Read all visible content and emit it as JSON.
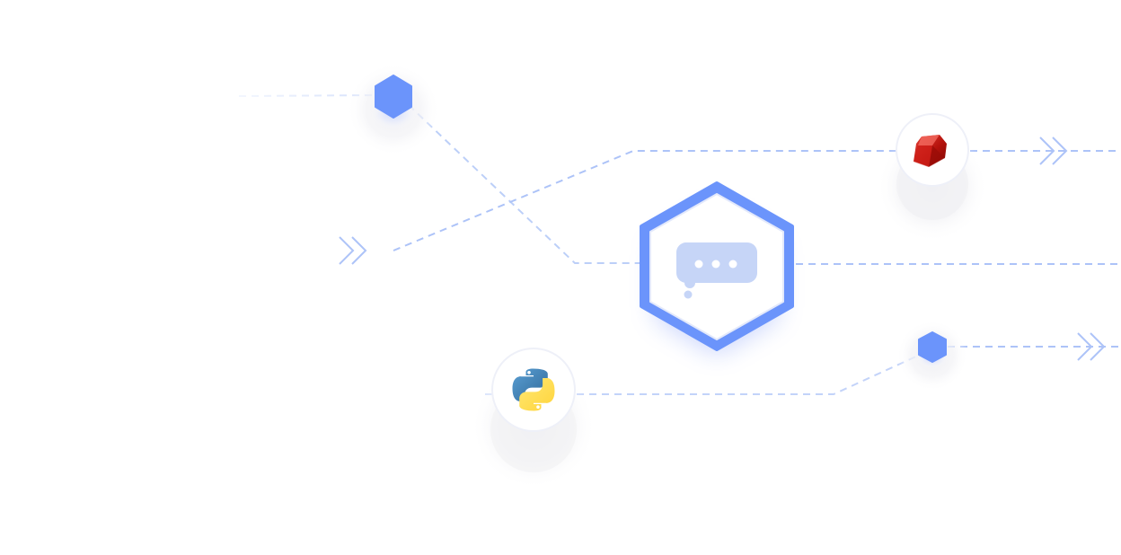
{
  "colors": {
    "background": "#ffffff",
    "accent": "#6b94fb",
    "line": "#adc3f8",
    "line_faint": "#d6e1fb",
    "bubble": "#c6d5f7",
    "glow": "#f3f3f5"
  },
  "nodes": {
    "hub": {
      "icon": "chat-bubble-icon",
      "shape": "hexagon"
    },
    "ruby": {
      "icon": "ruby-gem-icon",
      "shape": "circle"
    },
    "python": {
      "icon": "python-logo-icon",
      "shape": "circle"
    },
    "small_top_left": {
      "icon": "hexagon-node-icon"
    },
    "small_bottom_right": {
      "icon": "hexagon-node-icon"
    }
  },
  "markers": {
    "flow": "double-chevron-right-icon"
  }
}
